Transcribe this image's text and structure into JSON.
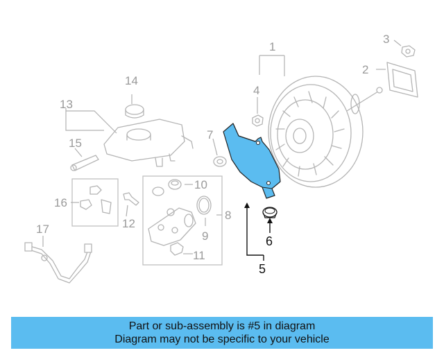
{
  "diagram": {
    "callouts": {
      "c1": "1",
      "c2": "2",
      "c3": "3",
      "c4": "4",
      "c5": "5",
      "c6": "6",
      "c7": "7",
      "c8": "8",
      "c9": "9",
      "c10": "10",
      "c11": "11",
      "c12": "12",
      "c13": "13",
      "c14": "14",
      "c15": "15",
      "c16": "16",
      "c17": "17"
    },
    "highlight_color": "#5bbcf0",
    "highlighted_part": "5"
  },
  "banner": {
    "line1": "Part or sub-assembly is #5 in diagram",
    "line2": "Diagram may not be specific to your vehicle",
    "color": "#5bbcf0"
  }
}
